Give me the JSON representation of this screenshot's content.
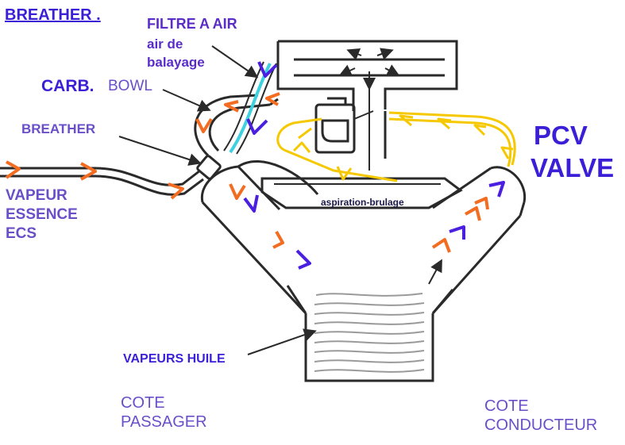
{
  "labels": {
    "title": "BREATHER .",
    "filter": "FILTRE A AIR",
    "sweep_line1": "air de",
    "sweep_line2": "balayage",
    "carb": "CARB.",
    "bowl": "BOWL",
    "breather": "BREATHER",
    "vapor_line1": "VAPEUR",
    "vapor_line2": "ESSENCE",
    "vapor_line3": "ECS",
    "pcv_line1": "PCV",
    "pcv_line2": "VALVE",
    "aspiration": "aspiration-brulage",
    "oil_vapors": "VAPEURS HUILE",
    "passenger_line1": "COTE",
    "passenger_line2": "PASSAGER",
    "driver_line1": "COTE",
    "driver_line2": "CONDUCTEUR"
  },
  "colors": {
    "title": "#3a1fd6",
    "label_purple": "#5a2dc8",
    "label_violet": "#6a4fc9",
    "arrow_orange": "#f26d21",
    "arrow_blue": "#4a1fe0",
    "arrow_yellow": "#f5c800",
    "filter_cyan": "#3ed1e0",
    "line": "#2a2a2a",
    "oil": "#9a9a9a"
  }
}
